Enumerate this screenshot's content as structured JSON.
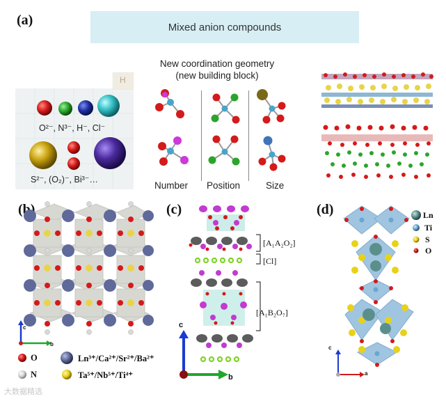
{
  "panels": {
    "a": "(a)",
    "b": "(b)",
    "c": "(c)",
    "d": "(d)"
  },
  "banner": "Mixed anion compounds",
  "periodic_table": {
    "corner_element": "H",
    "row1_ions": "O²⁻, N³⁻, H⁻, Cl⁻",
    "row2_ions": "S²⁻, (O₂)⁻, Bi³⁻…"
  },
  "geometry": {
    "title_line1": "New coordination geometry",
    "title_line2": "(new building block)",
    "columns": [
      "Number",
      "Position",
      "Size"
    ]
  },
  "panel_b_legend": {
    "o_label": "O",
    "n_label": "N",
    "ln_label": "Ln³⁺/Ca²⁺/Sr²⁺/Ba²⁺",
    "ta_label": "Ta⁵⁺/Nb⁵⁺/Ti⁴⁺",
    "axis_c": "c",
    "axis_b": "b"
  },
  "panel_c": {
    "bracket_top": "[A₁A₂O₂]",
    "bracket_mid": "[Cl]",
    "bracket_bottom": "[A₁B₂O₇]",
    "axis_c": "c",
    "axis_b": "b"
  },
  "panel_d_legend": {
    "ln": "Ln",
    "ti": "Ti",
    "s": "S",
    "o": "O",
    "axis_c": "c",
    "axis_a": "a"
  },
  "colors": {
    "oxygen": "#d41a1a",
    "nitrogen_green": "#2aa52a",
    "hydride_blue": "#1e2fa0",
    "chloride_cyan": "#35c2c8",
    "sulfur_gold": "#c9a20f",
    "bismuth_purple": "#4b2a9e",
    "ln_slate": "#5f6a9a",
    "octahedron_blue": "#7fb2d8",
    "chlorine_green": "#7ed321",
    "iodine_magenta": "#c23bd0"
  },
  "watermark": "大数据精选"
}
